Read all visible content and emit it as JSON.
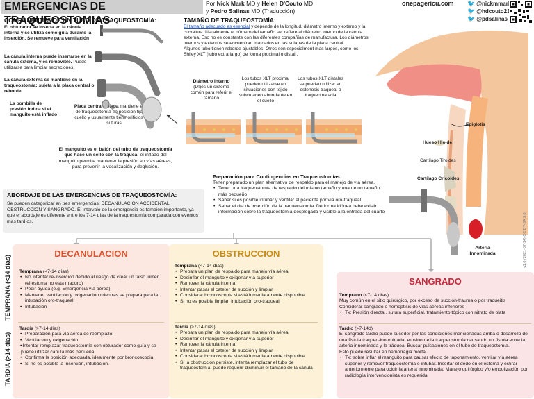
{
  "header": {
    "title": "EMERGENCIAS DE TRAQUEOSTOMIAS",
    "authors_line1_pre": "Por ",
    "authors_name1": "Nick Mark",
    "authors_mid": " MD y ",
    "authors_name2": "Helen D'Couto",
    "authors_md": " MD",
    "authors_line2_pre": "y ",
    "authors_name3": "Pedro Salinas",
    "authors_line2_post": " MD (Traducción)",
    "site": "onepagericu.com",
    "handles": [
      "@nickmmark",
      "@hdcouto23",
      "@pdsalinas"
    ]
  },
  "components": {
    "heading": "COMPONENTES DE UN TUBO DE TRAQUEOSTOMÍA:",
    "obturator": "El obturador se inserta en la cánula interna y se utiliza como guía durante la inserción. Se remueve para ventilación",
    "inner_b": "La cánula interna puede insertarse en la cánula externa, y es removible.",
    "inner_n": " Puede utilizarse para limpiar secreciones.",
    "outer_b": "La cánula externa se mantiene en la traqueostomía; sujeta a la placa central o reborde.",
    "pilot": "La bombilla de presión indica si el manguito está inflado",
    "plate_b": "Placa central-solapa",
    "plate_n": " mantiene el tubo de traqueostomía en posicion fijada al cuello y usualmente tiene orificios para suturas",
    "cuff_b": "El manguito es el balón del tubo de traqueostomía que hace un sello con la tráquea;",
    "cuff_n": " el inflado del manguito permite mantener la presión en vías aéreas, para prevenir la vocalización y deglución."
  },
  "size": {
    "heading": "TAMAÑO DE TRAQUEOSTOMÍA:",
    "link": "El tamaño adecuado es esencial",
    "text": " y depende de la longitud, diámetro interno y externo y la curvatura. Usualmente el número del tamaño ser refiere al diámetro interno de la cánula externa. Eso no es constante con las diferentes compañías de manufactura. Los diámetros internos y externos se encuentran marcados en las solapas de la placa central.",
    "text2": "Algunos tubo tienen reborde ajustables. Otros son especialment mas largos, como los Shiley XLT (tubo extra largo) de forma proximal o distal..",
    "d1_b": "Diámetro Interno",
    "d1_n": " (DI)es un sistema común para referir el tamaño",
    "d2": "Los tubos XLT proximal pueden utilizarse en situaciones con tejido subcutáneo abundante en el cuello",
    "d3": "Los tubos XLT distales se pueden utilizar en estenosis traqueal o traqueomalacia"
  },
  "prep": {
    "heading": "Preparación para Contingencias en Traqueostomías",
    "intro": "Tener preparado un plan alternativo de respaldo para el manejo de vía aérea.",
    "items": [
      "Tener una traqueostomía de respaldo del mismo tamaño y una de un tamaño más pequeño",
      "Saber si es posible intubar y ventilar el paciente por vía oro-traqueal",
      "Saber el día de inserción de la traqueostomía. De forma idónea debe existir información sobre la traqueostomía desplegada y visible a la entrada del cuarto"
    ]
  },
  "anatomy": {
    "epiglotis": "Epiglotis",
    "hioide": "Hueso Hioide",
    "tiroides": "Cartílago Tiroides",
    "cricoides": "Cartílago Cricoides",
    "arteria": "Arteria Innominada",
    "side_note": "v1.0 (2021-07-14) CC BY-SA 3.0"
  },
  "abordaje": {
    "heading": "ABORDAJE DE LAS  EMERGENCIAS DE TRAQUEOSTOMÍA:",
    "text": "Se pueden categorizar en tres emergencias:  DECANULACION ACCIDENTAL, OBSTRUCCIÓN Y SANGRADO. El intervalo de la emergencia es también importante, ya que el abordaje es diferente entre los 7-14 días de la traquestomía comparada con eventos mas tardíos."
  },
  "side": {
    "temprana": "TEMPRANA (<14 días)",
    "tardia": "TARDIA (>14 días)"
  },
  "decanulacion": {
    "title": "DECANULACION",
    "early_h": "Temprana",
    "early_h2": " (<7-14 días)",
    "early": [
      "No intentar re-inserción debido al riesgo de crear un falso lumen (el estoma no esta maduro)",
      "Pedir ayuda (e.g. Emergencia vía aérea)",
      "Mantener ventilación y oxigenación mientras se prepara para la intubación oro-traqueal",
      "Intubación"
    ],
    "late_h": "Tardía",
    "late_h2": " (>7-14 días)",
    "late": [
      "Preparación para vía aérea de reemplazo",
      "Ventilación y oxigenación",
      "•Intentar remplazar  traqueostomía con obturador como guía y se puede utilizar cánula más pequeña",
      "Confirma la posición adecuada, idealmente por broncoscopia",
      "Si no es posible la inserción, intubación."
    ]
  },
  "obstruccion": {
    "title": "OBSTRUCCION",
    "early_h": "Temprana",
    "early_h2": " (<7-14 días)",
    "early": [
      "Prepara un plan de respaldo para manejo vía aérea",
      "Desinflar el manguito y oxigenar vía superior",
      "Remover la cánula interna",
      "Intentar pasar el cateter de succión y  limpiar",
      "Considerar broncoscopia si está inmediatamente disponible",
      "Si no es posible limpiar, intubación oro-traqueal"
    ],
    "late_h": "Tardía",
    "late_h2": " (>7-14 días)",
    "late": [
      "Prepara un plan de respaldo para manejo vía aérea",
      "Desinflar el manguito y oxigenar vía superior",
      "Remover la cánula interna",
      "Intentar pasar el cateter de succión y  limpiar",
      "Considerar broncoscopia si está inmediatamente disponible",
      "Si la obstrucción persiste, intenta remplazar el tubo de traqueostomía,  puede requerir disminuir  el tamaño de la cánula"
    ]
  },
  "sangrado": {
    "title": "SANGRADO",
    "early_h": "Temprano",
    "early_h2": " (<7-14 días)",
    "early_text": "Muy común  en el sitio quirúrgico, por exceso de succión-trauma o por traqueitis Considerar sangrado o hemoptisis de vías aéreas inferiores",
    "early_tx": "Tx: Presión directa,, sutura superficial, tratamiento tópico con nitrato de plata",
    "late_h": "Tardío",
    "late_h2": " (>7-14d)",
    "late_text": "El sangrado tardío puede suceder por las condiciones mencionadas arriba o desarrollo de una fístula traqueo-innominada: erosión de la traqueostomía causando un fístula entre la arteria innominada y la tráquea. Buscar pulsaciones en el tubo de traqueostomía.",
    "late_text2": "Esto puede resultar en hemorragia  mortal.",
    "late_tx": "Tx: sobre inflar el manguito para causar  efecto de taponamiento,  ventilar vía aérea superior y remover traqueostomía e intubar. Insertar el dedo en el estoma y estirar anteriormente para ocluir la arteria innominada. Manejo quirúrgico y/o embolización por radiología intervencionista es requerida."
  },
  "colors": {
    "decan": "#d8532e",
    "obst": "#c98b12",
    "sang": "#c7283a",
    "twitter": "#1da1f2",
    "link": "#1a55c4"
  }
}
